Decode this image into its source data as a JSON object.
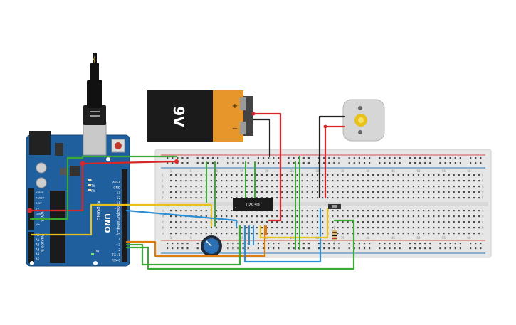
{
  "battery": {
    "voltage_label": "9V",
    "plus_sign": "+",
    "minus_sign": "−"
  },
  "chip": {
    "label": "L293D"
  },
  "arduino": {
    "brand": "ARDUINO",
    "model": "UNO",
    "digital_label": "DIGITAL (PWM ~)",
    "power_label": "POWER",
    "analog_label": "ANALOG IN",
    "right_header_labels": [
      "AREF",
      "GND",
      "13",
      "12",
      "~11",
      "~10",
      "~9",
      "8",
      "7",
      "~6",
      "~5",
      "4",
      "~3",
      "2",
      "TX→1",
      "RX←0"
    ],
    "power_pin_labels": [
      "IOREF",
      "RESET",
      "3.3V",
      "5V",
      "GND",
      "GND",
      "Vin"
    ],
    "analog_pin_labels": [
      "A0",
      "A1",
      "A2",
      "A3",
      "A4",
      "A5"
    ],
    "small_labels": [
      "L",
      "TX",
      "RX",
      "ON"
    ]
  },
  "breadboard": {
    "column_numbers": [
      "1",
      "5",
      "10",
      "15",
      "20",
      "25",
      "30",
      "35",
      "40",
      "45",
      "50",
      "55",
      "60"
    ],
    "row_letters_top": [
      "j",
      "i",
      "h",
      "g",
      "f"
    ],
    "row_letters_bottom": [
      "e",
      "d",
      "c",
      "b",
      "a"
    ]
  },
  "colors": {
    "wire_red": "#d62828",
    "wire_black": "#222222",
    "wire_green": "#3aaa35",
    "wire_yellow": "#e8c21a",
    "wire_blue": "#2b8fd6",
    "wire_orange": "#e07b10",
    "arduino_blue": "#1f5f9e",
    "breadboard": "#e8e8e8"
  }
}
